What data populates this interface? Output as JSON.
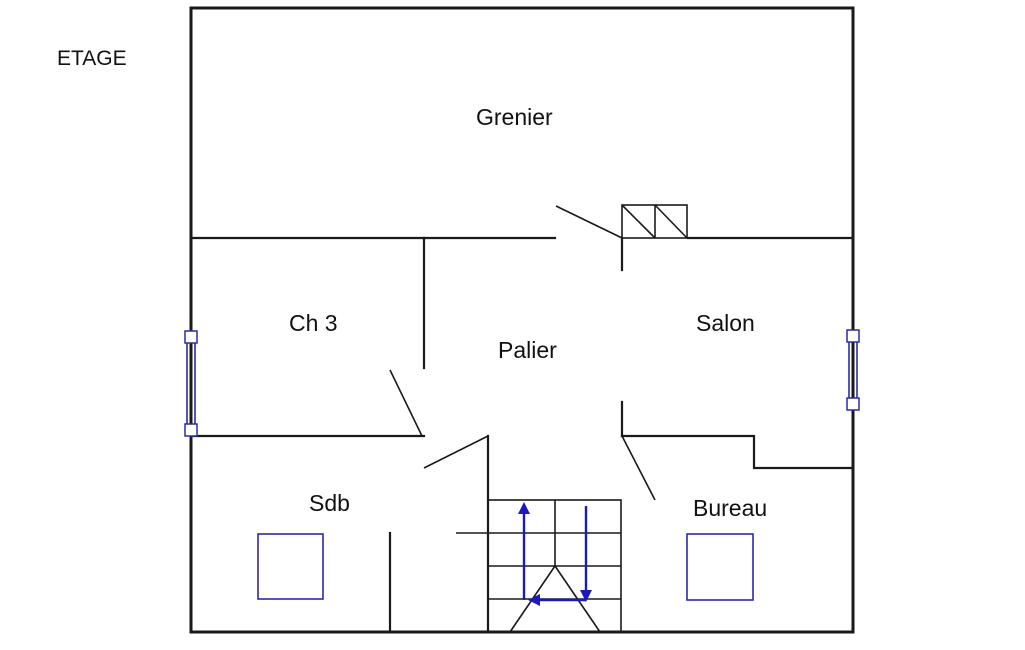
{
  "plan": {
    "title": "ETAGE",
    "rooms": {
      "grenier": "Grenier",
      "ch3": "Ch 3",
      "palier": "Palier",
      "salon": "Salon",
      "sdb": "Sdb",
      "bureau": "Bureau"
    },
    "colors": {
      "walls": "#1a1a1a",
      "windows": "#2a2aa8",
      "stair_arrows": "#1a1ab8"
    }
  }
}
